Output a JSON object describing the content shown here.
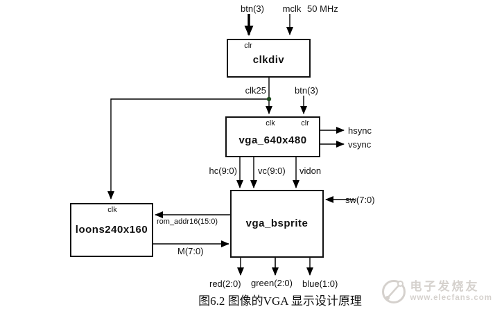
{
  "figure": {
    "caption": "图6.2 图像的VGA 显示设计原理"
  },
  "blocks": {
    "clkdiv": {
      "name": "clkdiv",
      "port_clr": "clr"
    },
    "vga640": {
      "name": "vga_640x480",
      "port_clk": "clk",
      "port_clr": "clr"
    },
    "loons": {
      "name": "loons240x160",
      "port_clk": "clk"
    },
    "bsprite": {
      "name": "vga_bsprite"
    }
  },
  "signals": {
    "btn_top": "btn(3)",
    "mclk": "mclk",
    "freq": "50 MHz",
    "clk25": "clk25",
    "btn_mid": "btn(3)",
    "hsync": "hsync",
    "vsync": "vsync",
    "hc": "hc(9:0)",
    "vc": "vc(9:0)",
    "vidon": "vidon",
    "sw": "sw(7:0)",
    "rom_addr": "rom_addr16(15:0)",
    "m_bus": "M(7:0)",
    "red": "red(2:0)",
    "green": "green(2:0)",
    "blue": "blue(1:0)"
  },
  "watermark": {
    "site_name": "电子发烧友",
    "site_url": "www.elecfans.com"
  },
  "colors": {
    "wire": "#000000",
    "junction_dot": "#1e4a1e",
    "background": "#ffffff",
    "watermark": "#d5d1cd"
  }
}
